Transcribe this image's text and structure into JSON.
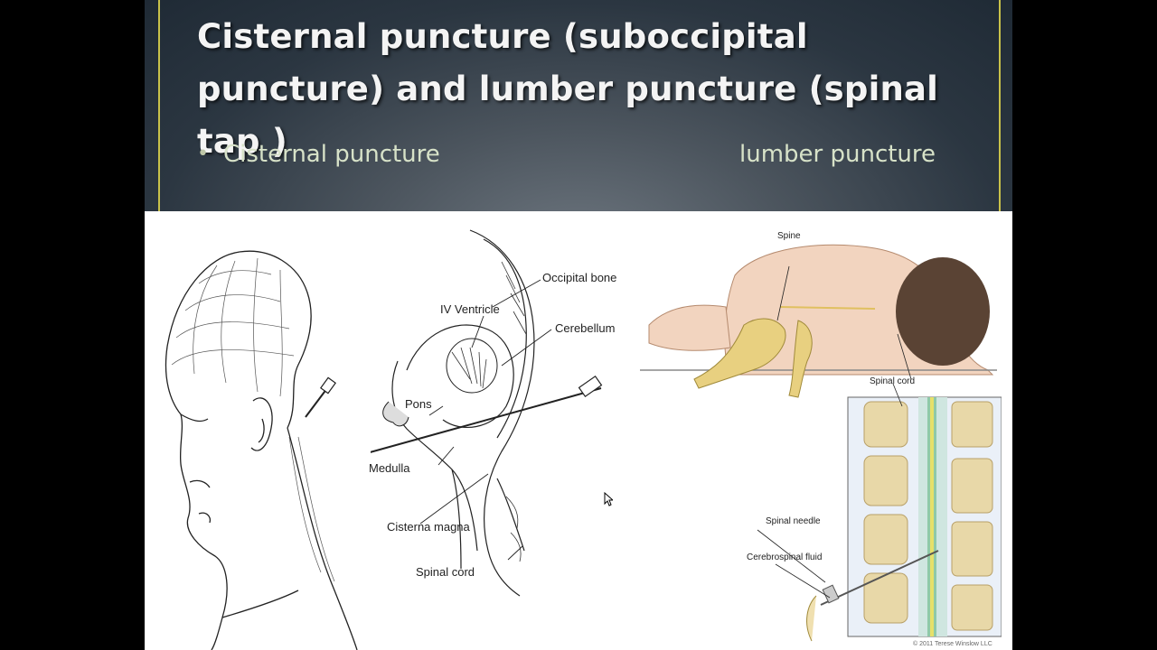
{
  "slide": {
    "title": "Cisternal puncture (suboccipital puncture) and lumber puncture (spinal tap )",
    "bullet_left": "Cisternal puncture",
    "bullet_right": "lumber puncture"
  },
  "figure_left": {
    "labels": {
      "occipital_bone": "Occipital bone",
      "iv_ventricle": "IV Ventricle",
      "cerebellum": "Cerebellum",
      "pons": "Pons",
      "medulla": "Medulla",
      "cisterna_magna": "Cisterna magna",
      "spinal_cord": "Spinal cord"
    }
  },
  "figure_right": {
    "labels": {
      "spine": "Spine",
      "spinal_cord": "Spinal cord",
      "spinal_needle": "Spinal needle",
      "cerebrospinal_fluid": "Cerebrospinal fluid",
      "copyright": "© 2011 Terese Winslow LLC"
    }
  },
  "colors": {
    "accent_rule": "#c9c24a",
    "title_text": "#f4f4f4",
    "bullet_text": "#d7e2c8"
  }
}
